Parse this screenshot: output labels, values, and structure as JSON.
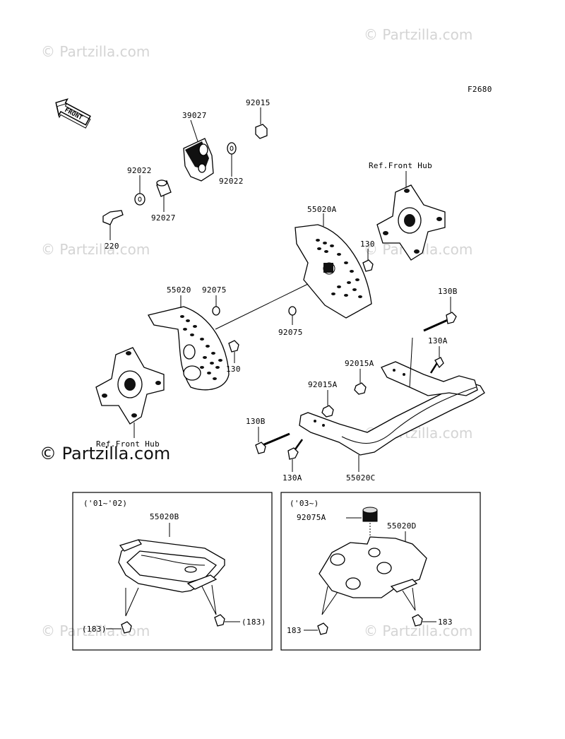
{
  "diagram_code": "F2680",
  "front_arrow": "FRONT",
  "watermark": "© Partzilla.com",
  "labels": {
    "p39027": "39027",
    "p92015": "92015",
    "p92022a": "92022",
    "p92022b": "92022",
    "p92027": "92027",
    "p220": "220",
    "ref_front_hub_top": "Ref.Front Hub",
    "ref_front_hub_bottom": "Ref.Front Hub",
    "p55020a": "55020A",
    "p130_top": "130",
    "p55020": "55020",
    "p92075_left": "92075",
    "p92075_mid": "92075",
    "p130_left": "130",
    "p130b_right": "130B",
    "p130a_right": "130A",
    "p92015a_upper": "92015A",
    "p92015a_lower": "92015A",
    "p130b_left": "130B",
    "p130a_bottom": "130A",
    "p55020c": "55020C"
  },
  "boxes": {
    "left": {
      "year": "('01~'02)",
      "part": "55020B",
      "bolt_left": "(183)",
      "bolt_right": "(183)"
    },
    "right": {
      "year": "('03~)",
      "part_top": "92075A",
      "part": "55020D",
      "bolt_left": "183",
      "bolt_right": "183"
    }
  }
}
